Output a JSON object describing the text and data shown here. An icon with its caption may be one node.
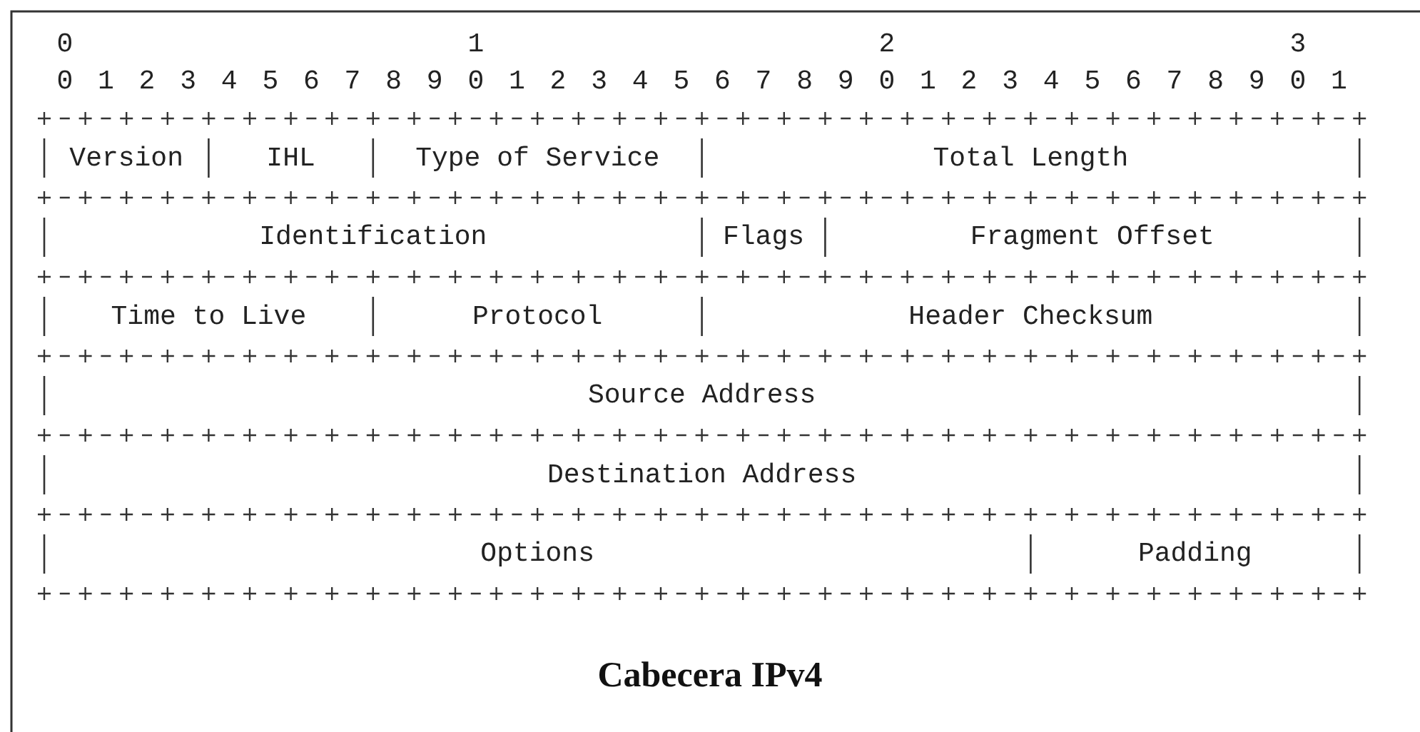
{
  "diagram": {
    "caption": "Cabecera IPv4",
    "nodes": [
      {
        "text": [
          "Version"
        ]
      },
      {
        "text": [
          "IHL"
        ]
      },
      {
        "text": [
          "Type of Service"
        ]
      },
      {
        "text": [
          "Total Length"
        ]
      },
      {
        "text": [
          "Identification"
        ]
      },
      {
        "text": [
          "Flags"
        ]
      },
      {
        "text": [
          "Fragment Offset"
        ]
      },
      {
        "text": [
          "Time to Live"
        ]
      },
      {
        "text": [
          "Protocol"
        ]
      },
      {
        "text": [
          "Header Checksum"
        ]
      },
      {
        "text": [
          "Source Address"
        ]
      },
      {
        "text": [
          "Destination Address"
        ]
      },
      {
        "text": [
          "Options"
        ]
      },
      {
        "text": [
          "Padding"
        ]
      }
    ],
    "labels": [
      "0",
      "1",
      "2",
      "3",
      "0",
      "1",
      "2",
      "3",
      "4",
      "5",
      "6",
      "7",
      "8",
      "9",
      "0",
      "1",
      "2",
      "3",
      "4",
      "5",
      "6",
      "7",
      "8",
      "9",
      "0",
      "1",
      "2",
      "3",
      "4",
      "5",
      "6",
      "7",
      "8",
      "9",
      "0",
      "1"
    ]
  }
}
